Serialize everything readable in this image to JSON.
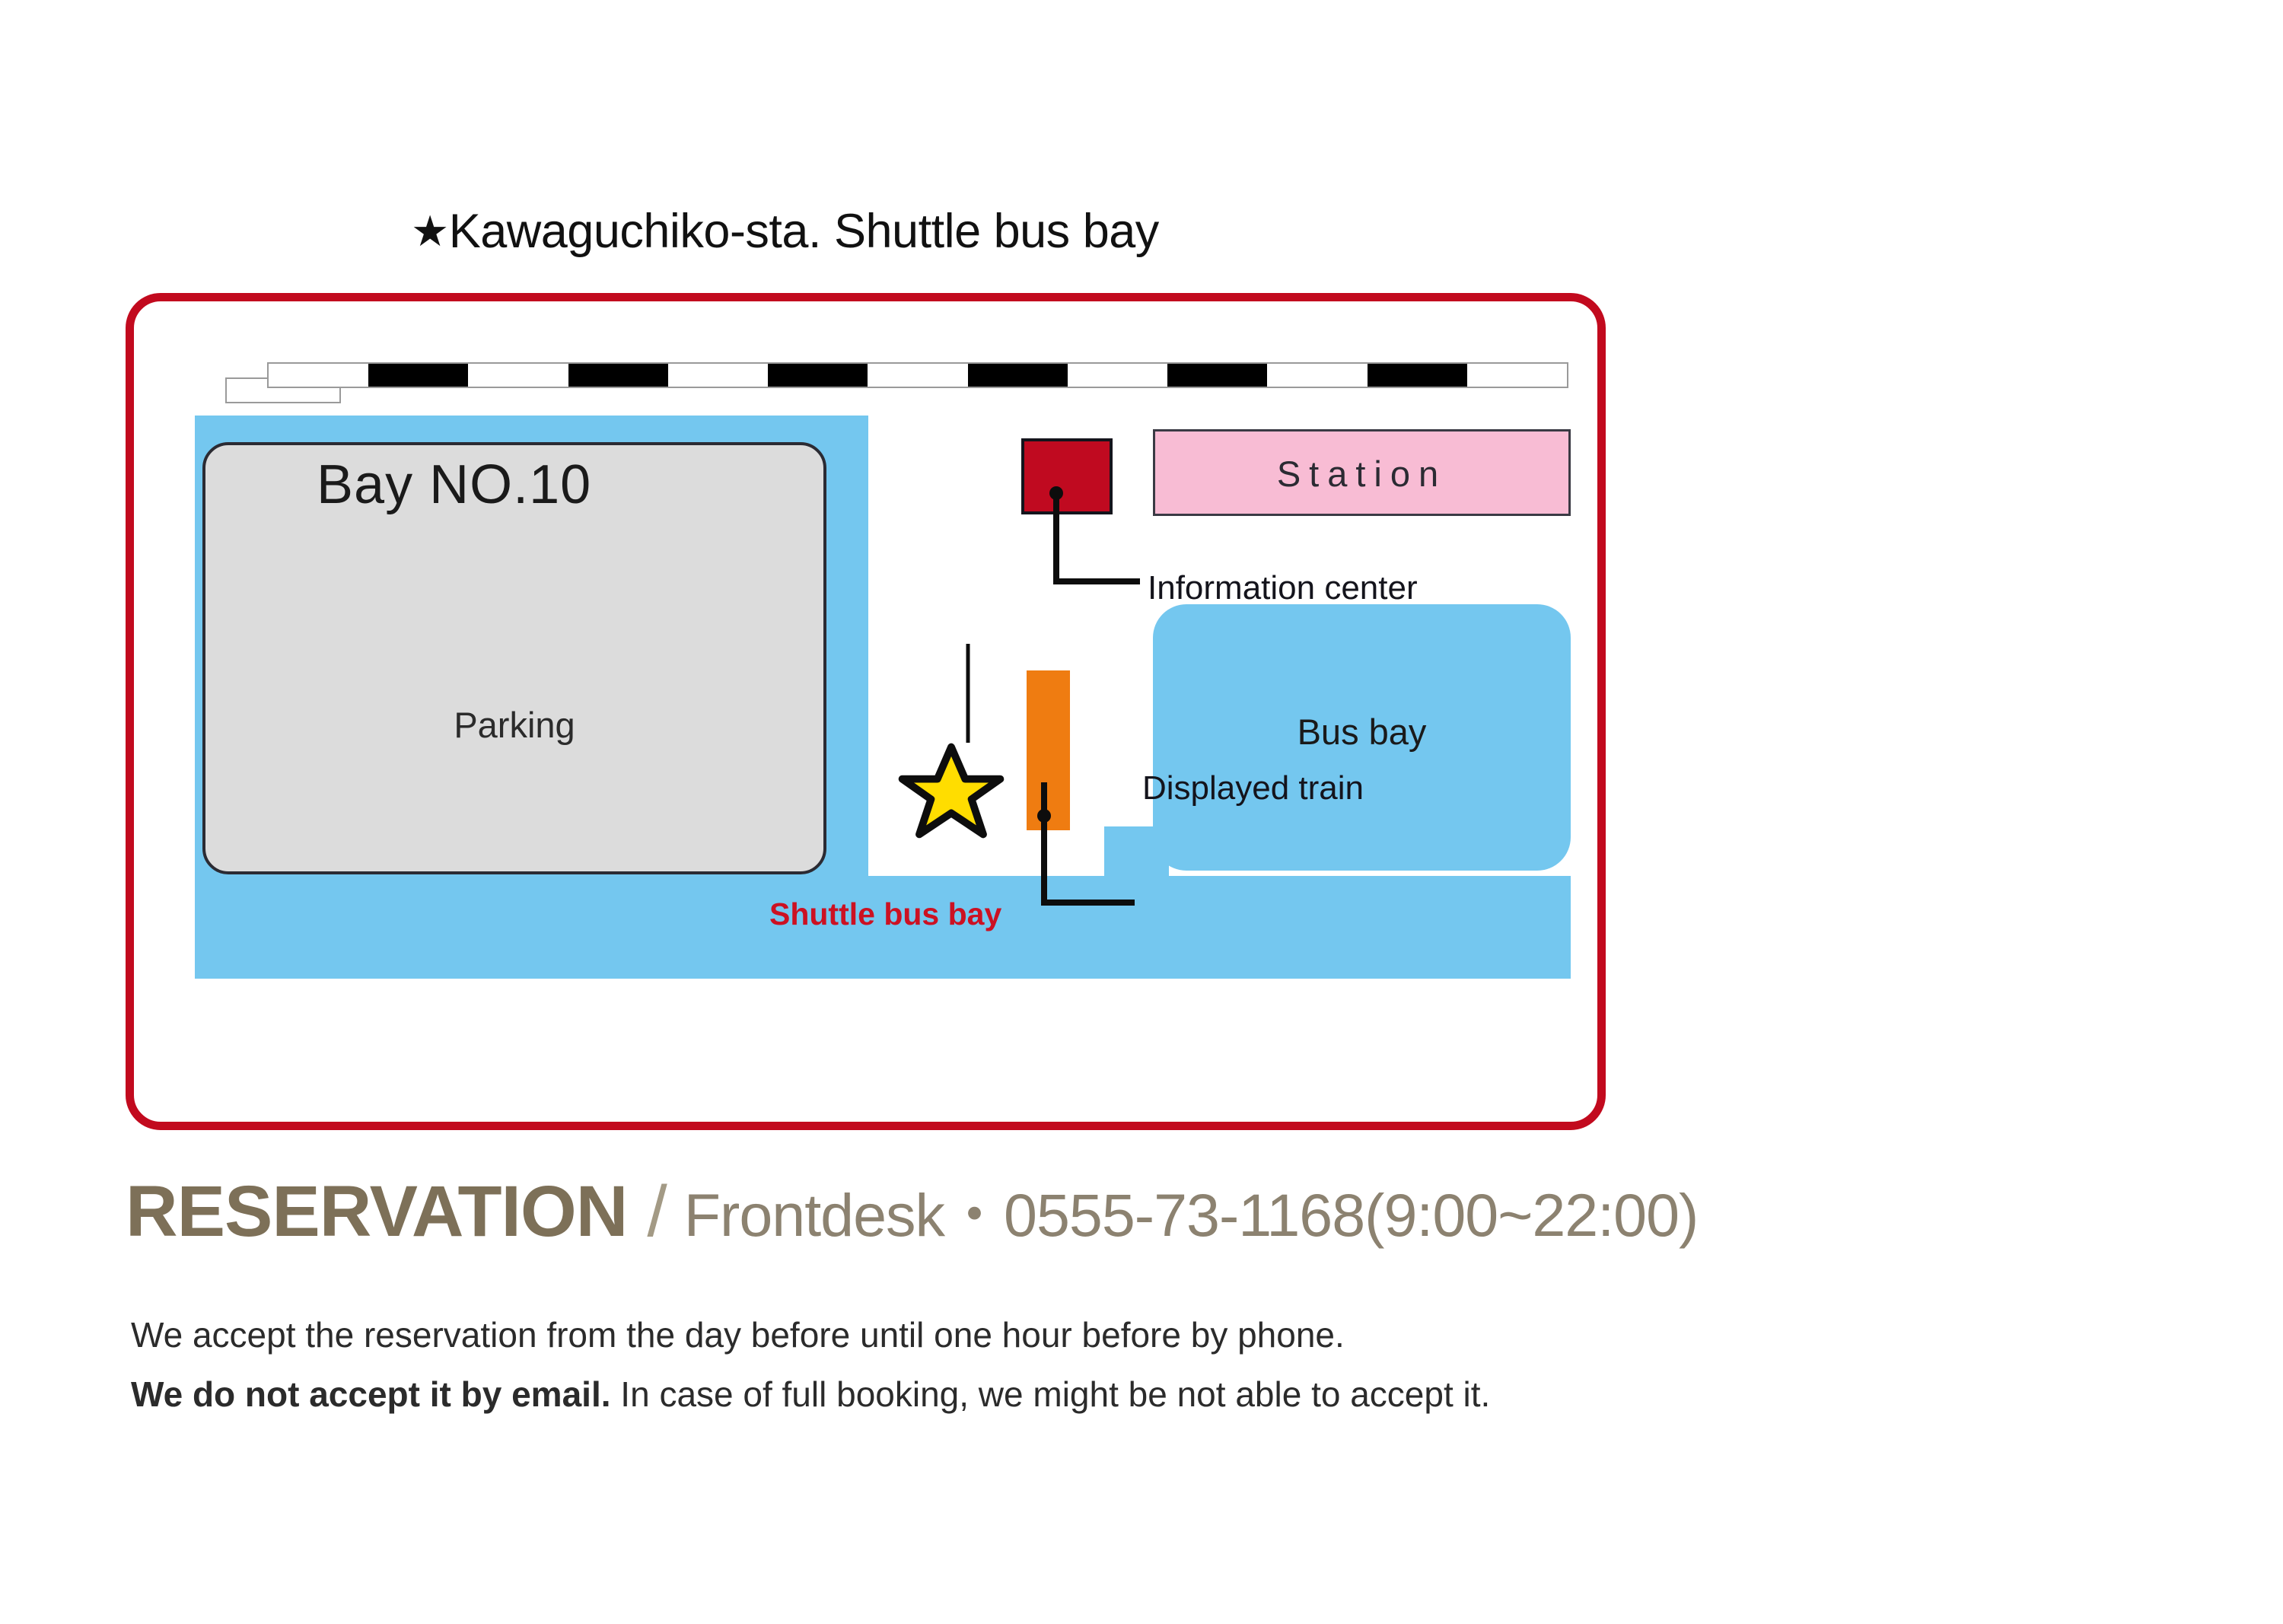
{
  "header": {
    "star_glyph": "★",
    "title": "Kawaguchiko-sta. Shuttle bus bay"
  },
  "map": {
    "bay_label": "Bay NO.10",
    "shuttle_label": "Shuttle bus bay",
    "parking_label": "Parking",
    "station_label": "Station",
    "busbay_label": "Bus bay",
    "info_center_label": "Information center",
    "displayed_train_label": "Displayed train",
    "colors": {
      "frame_red": "#c20a1e",
      "road_blue": "#74c7ef",
      "parking_gray": "#dcdcdc",
      "station_pink": "#f8bcd4",
      "info_red": "#c00a20",
      "train_orange": "#ef7c11",
      "star_yellow": "#ffdd00",
      "shuttle_text_red": "#cc1122"
    }
  },
  "reservation": {
    "heading": "RESERVATION",
    "separator": "/",
    "contact": "Frontdesk・0555-73-1168(9:00~22:00)"
  },
  "notes": {
    "line1": "We accept the reservation from the day before until one hour before by phone.",
    "line2_bold": "We do not accept it  by email.",
    "line2_rest": " In case of full booking, we might be not able to accept it."
  }
}
